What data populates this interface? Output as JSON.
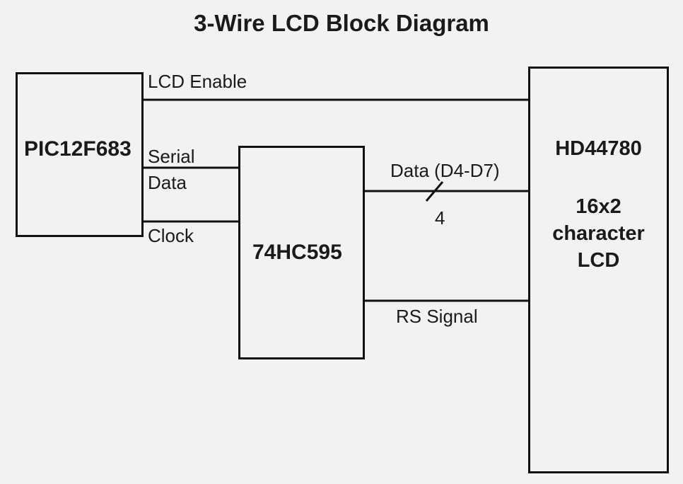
{
  "title": "3-Wire LCD Block Diagram",
  "blocks": {
    "pic": "PIC12F683",
    "shift_register": "74HC595",
    "lcd_controller": "HD44780",
    "lcd_line1": "16x2",
    "lcd_line2": "character",
    "lcd_line3": "LCD"
  },
  "signals": {
    "lcd_enable": "LCD Enable",
    "serial": "Serial",
    "data": "Data",
    "clock": "Clock",
    "data_bus": "Data (D4-D7)",
    "bus_width": "4",
    "rs_signal": "RS Signal"
  }
}
